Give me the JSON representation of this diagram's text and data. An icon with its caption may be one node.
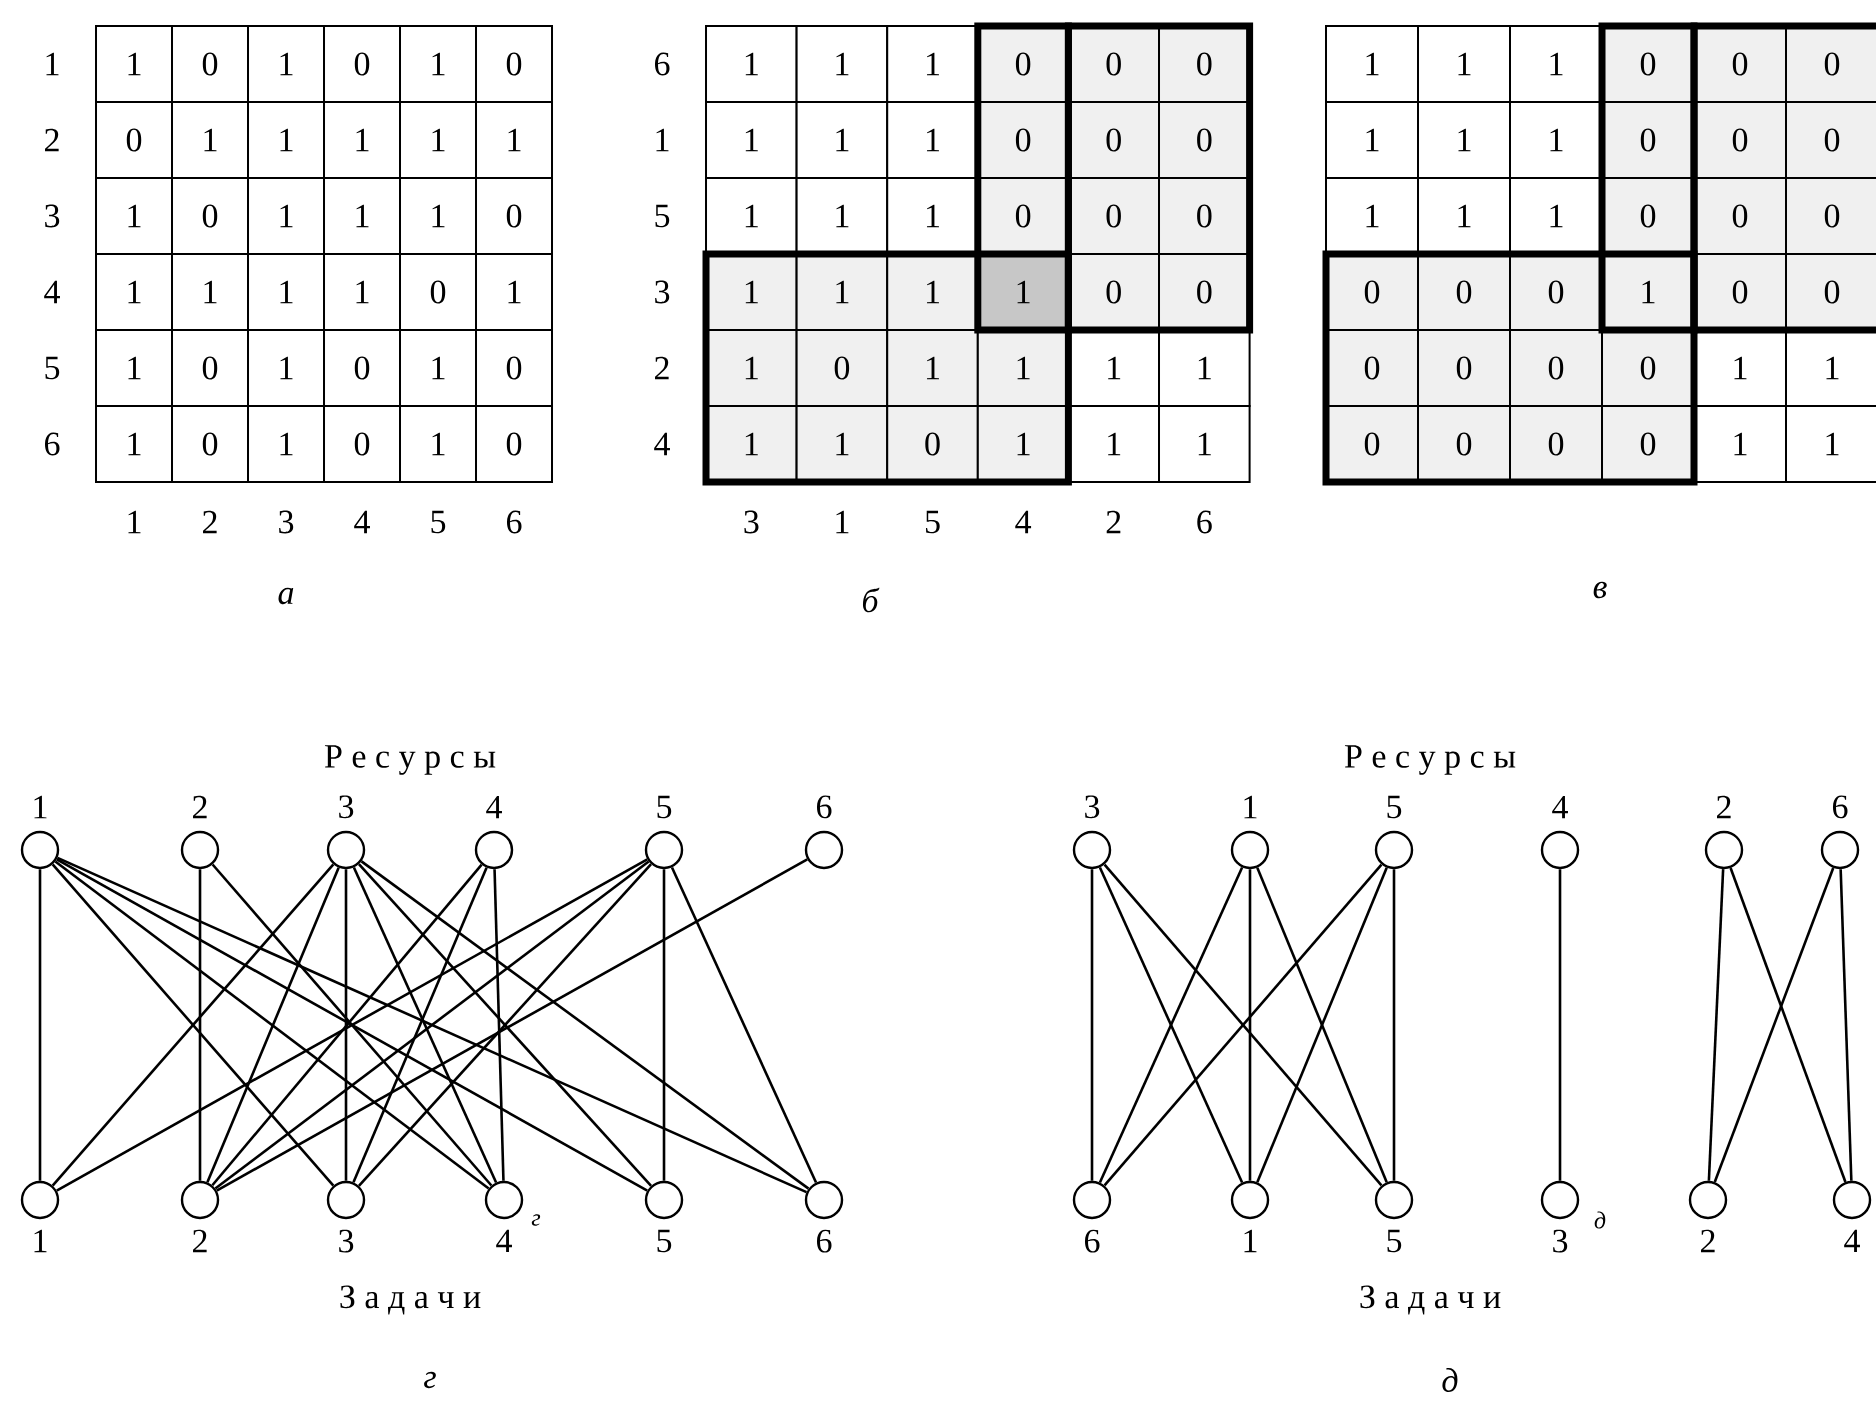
{
  "diagram": {
    "nodes": [
      {
        "text": [],
        "shape": "circle",
        "beside": [
          "1"
        ]
      },
      {
        "text": [],
        "shape": "circle",
        "beside": [
          "2"
        ]
      },
      {
        "text": [],
        "shape": "circle",
        "beside": [
          "3"
        ]
      },
      {
        "text": [],
        "shape": "circle",
        "beside": [
          "4"
        ]
      },
      {
        "text": [],
        "shape": "circle",
        "beside": [
          "5"
        ]
      },
      {
        "text": [],
        "shape": "circle",
        "beside": [
          "6"
        ]
      },
      {
        "text": [],
        "shape": "circle",
        "beside": [
          "1"
        ]
      },
      {
        "text": [],
        "shape": "circle",
        "beside": [
          "2"
        ]
      },
      {
        "text": [],
        "shape": "circle",
        "beside": [
          "3"
        ]
      },
      {
        "text": [],
        "shape": "circle",
        "beside": [
          "4"
        ]
      },
      {
        "text": [],
        "shape": "circle",
        "beside": [
          "5"
        ]
      },
      {
        "text": [],
        "shape": "circle",
        "beside": [
          "6"
        ]
      },
      {
        "text": [],
        "shape": "circle",
        "beside": [
          "3"
        ]
      },
      {
        "text": [],
        "shape": "circle",
        "beside": [
          "1"
        ]
      },
      {
        "text": [],
        "shape": "circle",
        "beside": [
          "5"
        ]
      },
      {
        "text": [],
        "shape": "circle",
        "beside": [
          "4"
        ]
      },
      {
        "text": [],
        "shape": "circle",
        "beside": [
          "2"
        ]
      },
      {
        "text": [],
        "shape": "circle",
        "beside": [
          "6"
        ]
      },
      {
        "text": [],
        "shape": "circle",
        "beside": [
          "6"
        ]
      },
      {
        "text": [],
        "shape": "circle",
        "beside": [
          "1"
        ]
      },
      {
        "text": [],
        "shape": "circle",
        "beside": [
          "5"
        ]
      },
      {
        "text": [],
        "shape": "circle",
        "beside": [
          "3"
        ]
      },
      {
        "text": [],
        "shape": "circle",
        "beside": [
          "2"
        ]
      },
      {
        "text": [],
        "shape": "circle",
        "beside": [
          "4"
        ]
      }
    ],
    "edges": [
      {
        "from": 0,
        "to": 6,
        "arrow": "none"
      },
      {
        "from": 0,
        "to": 8,
        "arrow": "none"
      },
      {
        "from": 0,
        "to": 9,
        "arrow": "none"
      },
      {
        "from": 0,
        "to": 10,
        "arrow": "none"
      },
      {
        "from": 0,
        "to": 11,
        "arrow": "none"
      },
      {
        "from": 1,
        "to": 7,
        "arrow": "none"
      },
      {
        "from": 1,
        "to": 9,
        "arrow": "none"
      },
      {
        "from": 2,
        "to": 6,
        "arrow": "none"
      },
      {
        "from": 2,
        "to": 7,
        "arrow": "none"
      },
      {
        "from": 2,
        "to": 8,
        "arrow": "none"
      },
      {
        "from": 2,
        "to": 9,
        "arrow": "none"
      },
      {
        "from": 2,
        "to": 10,
        "arrow": "none"
      },
      {
        "from": 2,
        "to": 11,
        "arrow": "none"
      },
      {
        "from": 3,
        "to": 7,
        "arrow": "none"
      },
      {
        "from": 3,
        "to": 8,
        "arrow": "none"
      },
      {
        "from": 3,
        "to": 9,
        "arrow": "none"
      },
      {
        "from": 4,
        "to": 6,
        "arrow": "none"
      },
      {
        "from": 4,
        "to": 7,
        "arrow": "none"
      },
      {
        "from": 4,
        "to": 8,
        "arrow": "none"
      },
      {
        "from": 4,
        "to": 10,
        "arrow": "none"
      },
      {
        "from": 4,
        "to": 11,
        "arrow": "none"
      },
      {
        "from": 5,
        "to": 7,
        "arrow": "none"
      },
      {
        "from": 12,
        "to": 18,
        "arrow": "none"
      },
      {
        "from": 12,
        "to": 19,
        "arrow": "none"
      },
      {
        "from": 12,
        "to": 20,
        "arrow": "none"
      },
      {
        "from": 13,
        "to": 18,
        "arrow": "none"
      },
      {
        "from": 13,
        "to": 19,
        "arrow": "none"
      },
      {
        "from": 13,
        "to": 20,
        "arrow": "none"
      },
      {
        "from": 14,
        "to": 18,
        "arrow": "none"
      },
      {
        "from": 14,
        "to": 19,
        "arrow": "none"
      },
      {
        "from": 14,
        "to": 20,
        "arrow": "none"
      },
      {
        "from": 15,
        "to": 21,
        "arrow": "none"
      },
      {
        "from": 16,
        "to": 22,
        "arrow": "none"
      },
      {
        "from": 16,
        "to": 23,
        "arrow": "none"
      },
      {
        "from": 17,
        "to": 22,
        "arrow": "none"
      },
      {
        "from": 17,
        "to": 23,
        "arrow": "none"
      }
    ],
    "labels": [
      "1",
      "1",
      "0",
      "1",
      "0",
      "1",
      "0",
      "2",
      "0",
      "1",
      "1",
      "1",
      "1",
      "1",
      "3",
      "1",
      "0",
      "1",
      "1",
      "1",
      "0",
      "4",
      "1",
      "1",
      "1",
      "1",
      "0",
      "1",
      "5",
      "1",
      "0",
      "1",
      "0",
      "1",
      "0",
      "6",
      "1",
      "0",
      "1",
      "0",
      "1",
      "0",
      "1",
      "2",
      "3",
      "4",
      "5",
      "6",
      "а",
      "6",
      "1",
      "1",
      "1",
      "0",
      "0",
      "0",
      "1",
      "1",
      "1",
      "1",
      "0",
      "0",
      "0",
      "5",
      "1",
      "1",
      "1",
      "0",
      "0",
      "0",
      "3",
      "1",
      "1",
      "1",
      "1",
      "0",
      "0",
      "2",
      "1",
      "0",
      "1",
      "1",
      "1",
      "1",
      "4",
      "1",
      "1",
      "0",
      "1",
      "1",
      "1",
      "3",
      "1",
      "5",
      "4",
      "2",
      "6",
      "б",
      "1",
      "1",
      "1",
      "0",
      "0",
      "0",
      "1",
      "1",
      "1",
      "0",
      "0",
      "0",
      "1",
      "1",
      "1",
      "0",
      "0",
      "0",
      "0",
      "0",
      "0",
      "1",
      "0",
      "0",
      "0",
      "0",
      "0",
      "0",
      "1",
      "1",
      "0",
      "0",
      "0",
      "0",
      "1",
      "1",
      "в",
      "Р е с у р с ы",
      "г",
      "З а д а ч и",
      "г",
      "Р е с у р с ы",
      "д",
      "З а д а ч и",
      "д"
    ]
  }
}
